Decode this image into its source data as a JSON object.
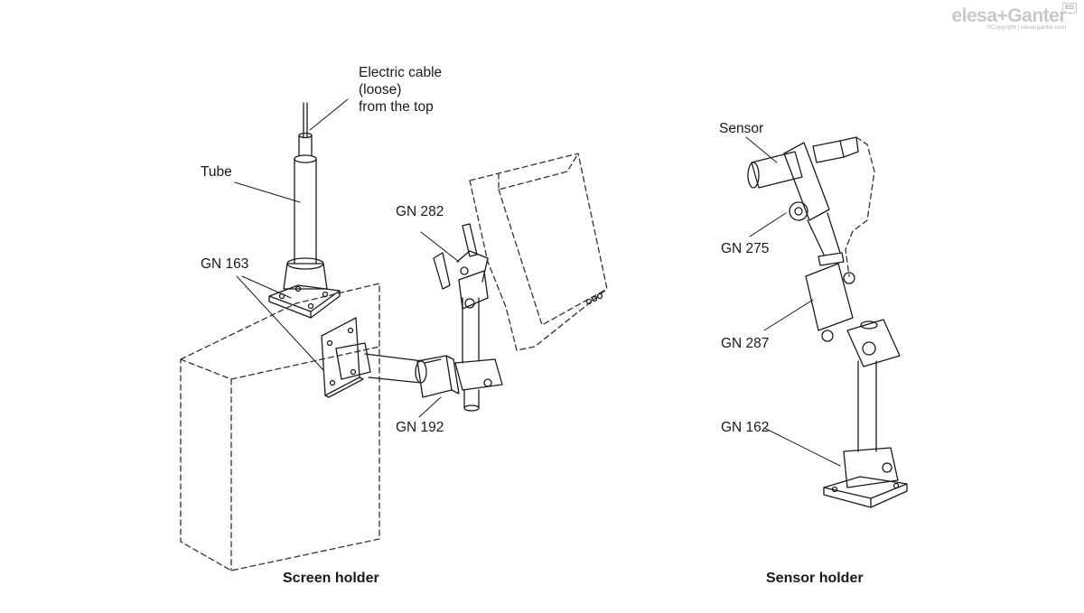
{
  "logo": {
    "brand": "elesa+Ganter",
    "copyright": "©Copyright | elesa-ganter.com",
    "badge": "EG"
  },
  "screen_holder": {
    "caption": "Screen holder",
    "labels": {
      "cable_line1": "Electric cable",
      "cable_line2": "(loose)",
      "cable_line3": "from the top",
      "tube": "Tube",
      "gn163": "GN 163",
      "gn282": "GN 282",
      "gn192": "GN 192"
    }
  },
  "sensor_holder": {
    "caption": "Sensor holder",
    "labels": {
      "sensor": "Sensor",
      "gn275": "GN 275",
      "gn287": "GN 287",
      "gn162": "GN 162"
    }
  }
}
